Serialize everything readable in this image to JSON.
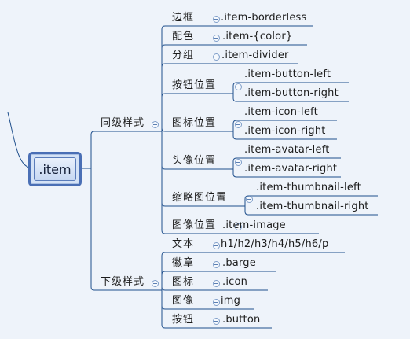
{
  "root": {
    "label": ".item"
  },
  "groups": [
    {
      "label": "同级样式",
      "children": [
        {
          "label": "边框",
          "leaves": [
            ".item-borderless"
          ]
        },
        {
          "label": "配色",
          "leaves": [
            ".item-{color}"
          ]
        },
        {
          "label": "分组",
          "leaves": [
            ".item-divider"
          ]
        },
        {
          "label": "按钮位置",
          "leaves": [
            ".item-button-left",
            ".item-button-right"
          ]
        },
        {
          "label": "图标位置",
          "leaves": [
            ".item-icon-left",
            ".item-icon-right"
          ]
        },
        {
          "label": "头像位置",
          "leaves": [
            ".item-avatar-left",
            ".item-avatar-right"
          ]
        },
        {
          "label": "缩略图位置",
          "leaves": [
            ".item-thumbnail-left",
            ".item-thumbnail-right"
          ]
        },
        {
          "label": "图像位置",
          "leaves": [
            ".item-image"
          ]
        }
      ]
    },
    {
      "label": "下级样式",
      "children": [
        {
          "label": "文本",
          "leaves": [
            "h1/h2/h3/h4/h5/h6/p"
          ]
        },
        {
          "label": "徽章",
          "leaves": [
            ".barge"
          ]
        },
        {
          "label": "图标",
          "leaves": [
            ".icon"
          ]
        },
        {
          "label": "图像",
          "leaves": [
            "img"
          ]
        },
        {
          "label": "按钮",
          "leaves": [
            ".button"
          ]
        }
      ]
    }
  ],
  "colors": {
    "line": "#1f4f8c",
    "root_border": "#4a6fb5",
    "background": "#eef3fa"
  }
}
